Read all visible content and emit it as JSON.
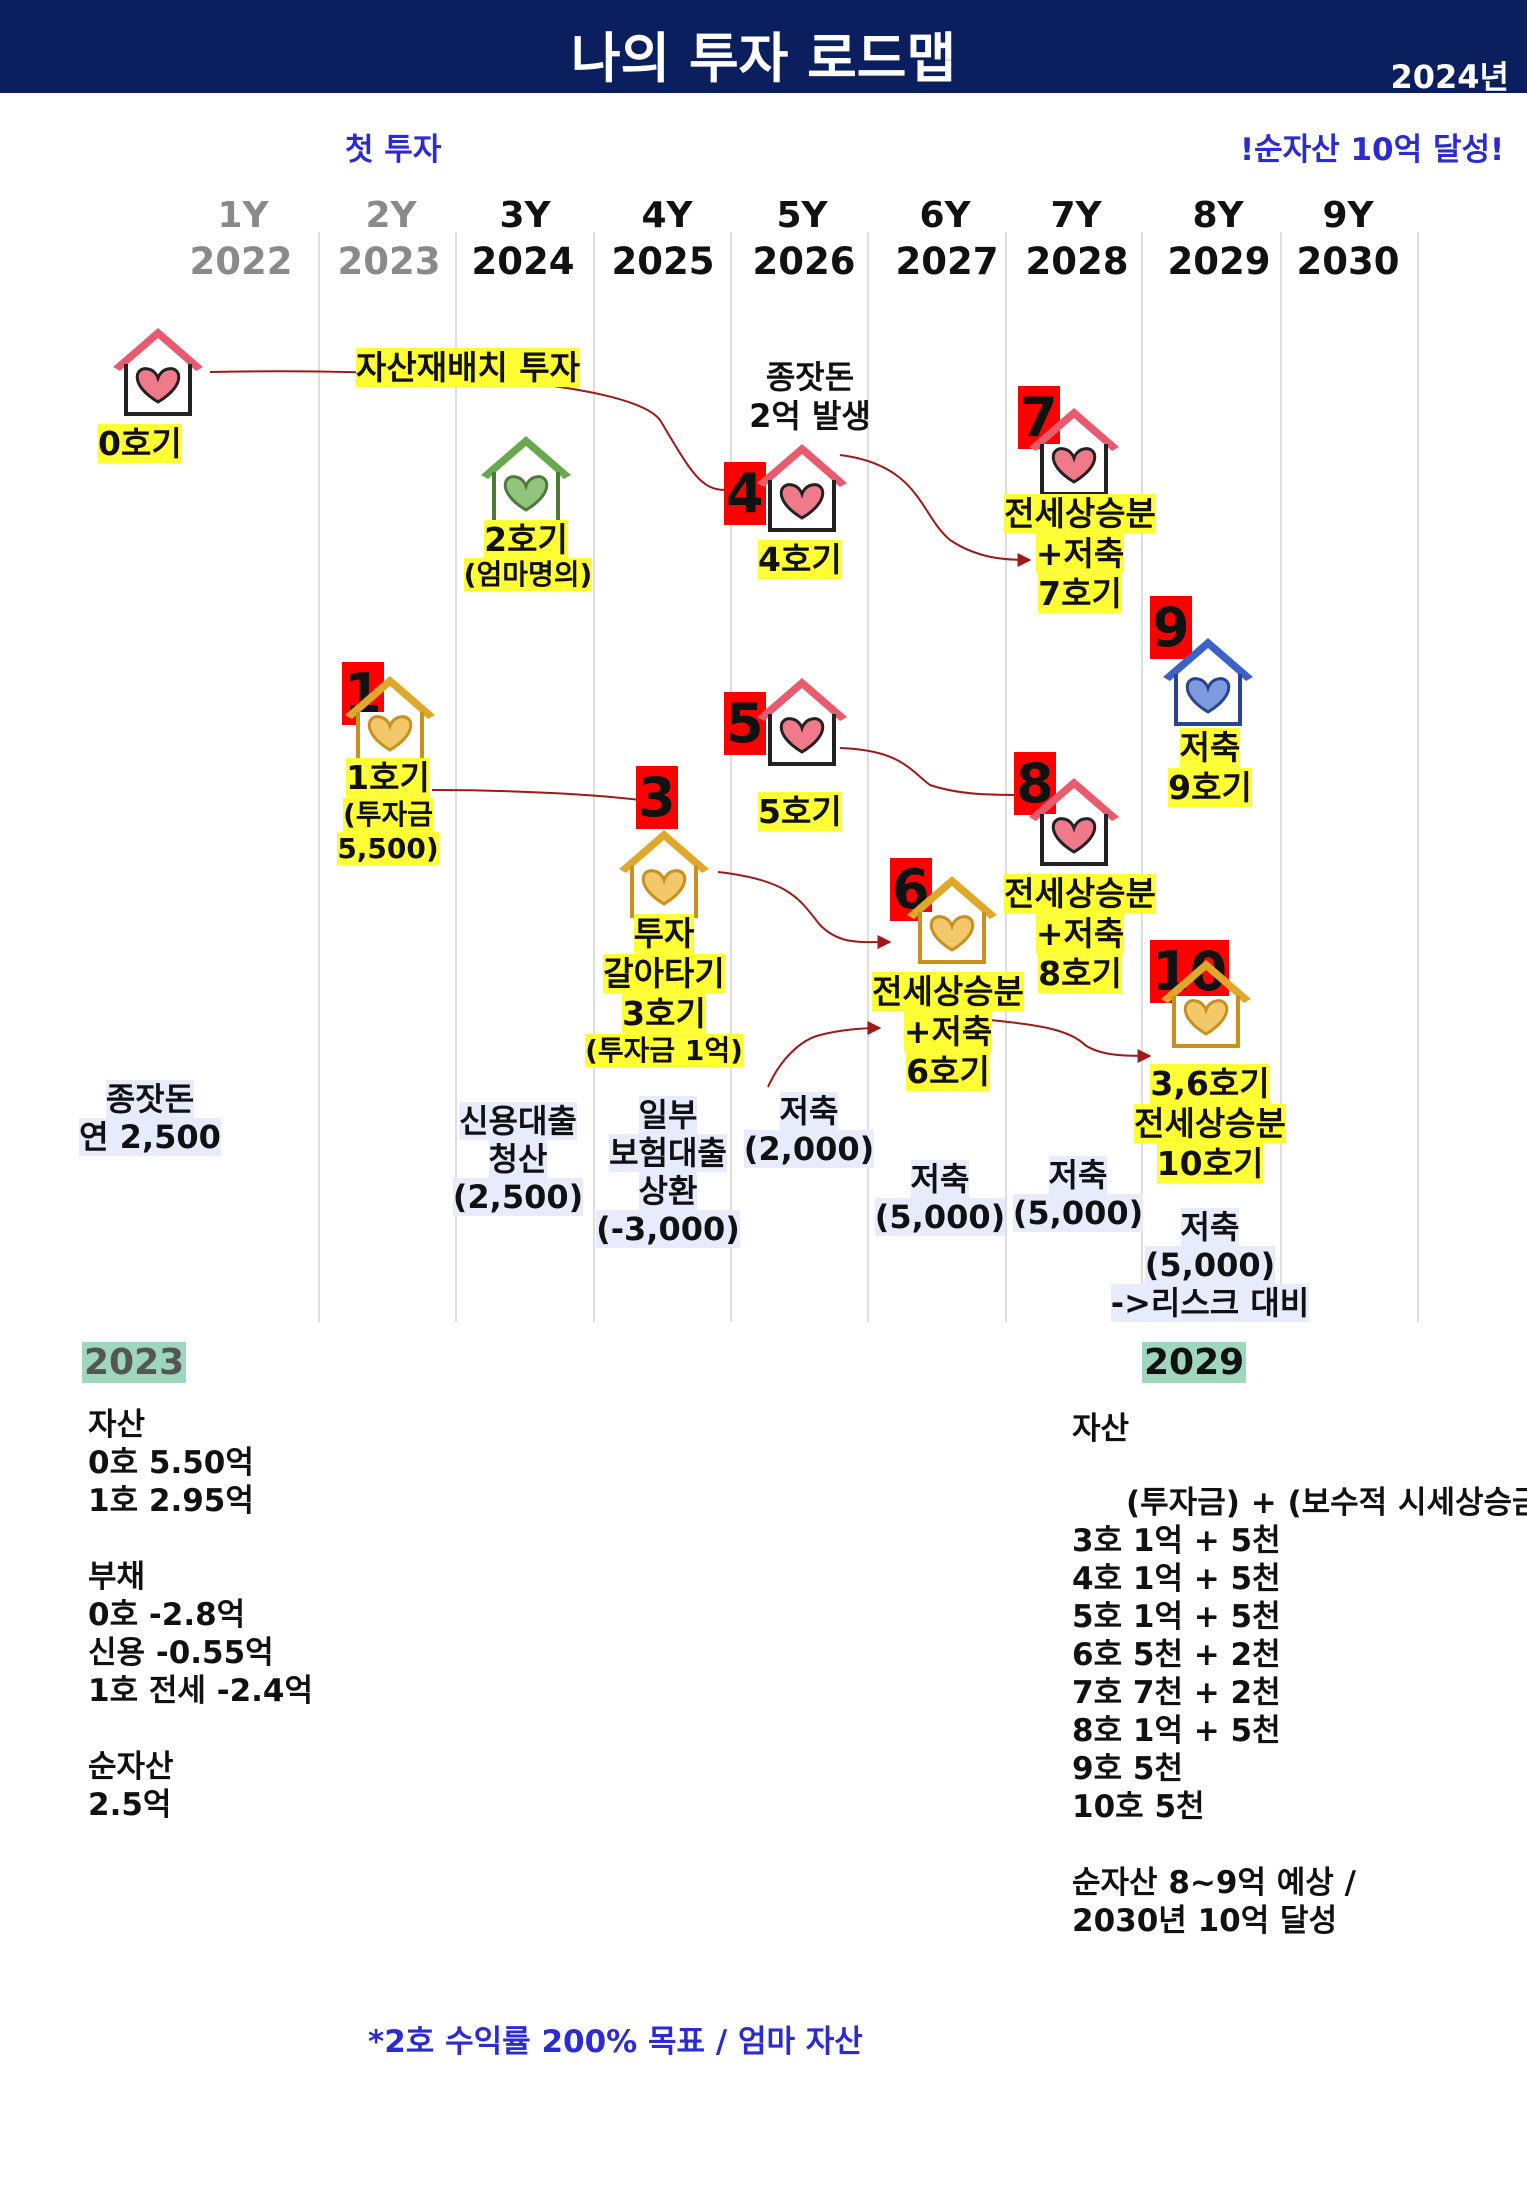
{
  "header": {
    "title": "나의 투자 로드맵",
    "year_tag": "2024년"
  },
  "notes": {
    "first_investment": "첫 투자",
    "goal": "!순자산 10억 달성!",
    "footnote": "*2호 수익률 200% 목표 / 엄마 자산"
  },
  "timeline": [
    {
      "y": "1Y",
      "year": "2022"
    },
    {
      "y": "2Y",
      "year": "2023"
    },
    {
      "y": "3Y",
      "year": "2024"
    },
    {
      "y": "4Y",
      "year": "2025"
    },
    {
      "y": "5Y",
      "year": "2026"
    },
    {
      "y": "6Y",
      "year": "2027"
    },
    {
      "y": "7Y",
      "year": "2028"
    },
    {
      "y": "8Y",
      "year": "2029"
    },
    {
      "y": "9Y",
      "year": "2030"
    }
  ],
  "colors": {
    "header": "#0b1f5e",
    "highlight": "#ffff33",
    "number_box": "#ff0000",
    "arrow": "#a01818",
    "house_pink": "#e85a6e",
    "house_green": "#6aa84f",
    "house_gold": "#e0a82a",
    "house_blue": "#3c62c8"
  },
  "houses": {
    "h0": {
      "label": "0호기",
      "icon": "house-heart-pink"
    },
    "h1": {
      "number": "1",
      "label": "1호기",
      "sub1": "(투자금",
      "sub2": "5,500)",
      "icon": "house-heart-gold"
    },
    "h2": {
      "label": "2호기",
      "sub": "(엄마명의)",
      "icon": "house-heart-green"
    },
    "h3": {
      "number": "3",
      "line1": "투자",
      "line2": "갈아타기",
      "line3": "3호기",
      "sub": "(투자금 1억)",
      "icon": "house-heart-gold"
    },
    "h4": {
      "number": "4",
      "label": "4호기",
      "icon": "house-heart-pink"
    },
    "h5": {
      "number": "5",
      "label": "5호기",
      "icon": "house-heart-pink"
    },
    "h6": {
      "number": "6",
      "line1": "전세상승분",
      "line2": "+저축",
      "line3": "6호기",
      "icon": "house-heart-gold"
    },
    "h7": {
      "number": "7",
      "line1": "전세상승분",
      "line2": "+저축",
      "line3": "7호기",
      "icon": "house-heart-pink"
    },
    "h8": {
      "number": "8",
      "line1": "전세상승분",
      "line2": "+저축",
      "line3": "8호기",
      "icon": "house-heart-pink"
    },
    "h9": {
      "number": "9",
      "line1": "저축",
      "line2": "9호기",
      "icon": "house-heart-blue"
    },
    "h10": {
      "number": "10",
      "line1": "3,6호기",
      "line2": "전세상승분",
      "line3": "10호기",
      "icon": "house-heart-gold"
    }
  },
  "labels": {
    "reallocation": "자산재배치 투자",
    "seed_line1": "종잣돈",
    "seed_line2": "2억 발생"
  },
  "bottom": {
    "seed_money_1": "종잣돈",
    "seed_money_2": "연 2,500",
    "credit_1": "신용대출",
    "credit_2": "청산",
    "credit_3": "(2,500)",
    "insurance_1": "일부",
    "insurance_2": "보험대출",
    "insurance_3": "상환",
    "insurance_4": "(-3,000)",
    "save2026_1": "저축",
    "save2026_2": "(2,000)",
    "save2027_1": "저축",
    "save2027_2": "(5,000)",
    "save2028_1": "저축",
    "save2028_2": "(5,000)",
    "save2029_1": "저축",
    "save2029_2": "(5,000)",
    "save2029_3": "->리스크 대비"
  },
  "summary_2023": {
    "year": "2023",
    "lines": "자산\n0호 5.50억\n1호 2.95억\n\n부채\n0호 -2.8억\n신용 -0.55억\n1호 전세 -2.4억\n\n순자산\n2.5억"
  },
  "summary_2029": {
    "year": "2029",
    "heading": "자산",
    "formula": "(투자금) + (보수적 시세상승금",
    "lines": "3호 1억 + 5천\n4호 1억 + 5천\n5호 1억 + 5천\n6호 5천 + 2천\n7호 7천 + 2천\n8호 1억 + 5천\n9호 5천\n10호 5천\n\n순자산 8~9억 예상 /\n2030년 10억 달성"
  }
}
